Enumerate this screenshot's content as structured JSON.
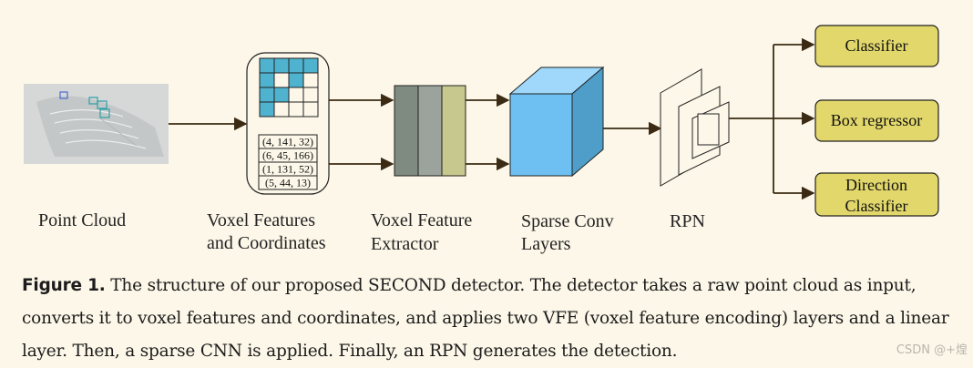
{
  "stages": {
    "point_cloud": "Point Cloud",
    "voxel_features_line1": "Voxel Features",
    "voxel_features_line2": "and Coordinates",
    "vfe_line1": "Voxel Feature",
    "vfe_line2": "Extractor",
    "sparse_line1": "Sparse Conv",
    "sparse_line2": "Layers",
    "rpn": "RPN"
  },
  "coordinates": [
    "(4, 141, 32)",
    "(6, 45, 166)",
    "(1, 131, 52)",
    "(5, 44, 13)"
  ],
  "voxel_grid_filled": [
    [
      1,
      1,
      1,
      1
    ],
    [
      1,
      0,
      1,
      0
    ],
    [
      1,
      1,
      0,
      0
    ],
    [
      1,
      0,
      0,
      0
    ]
  ],
  "heads": {
    "classifier": "Classifier",
    "box_regressor": "Box regressor",
    "direction_line1": "Direction",
    "direction_line2": "Classifier"
  },
  "caption": {
    "label": "Figure 1.",
    "text": "The structure of our proposed SECOND detector. The detector takes a raw point cloud as input, converts it to voxel features and coordinates, and applies two VFE (voxel feature encoding) layers and a linear layer. Then, a sparse CNN is applied. Finally, an RPN generates the detection."
  },
  "watermark": "CSDN @+煌",
  "colors": {
    "background": "#fcf7e8",
    "voxel_cell": "#4fb3cf",
    "vfe_layer_1": "#7f8a80",
    "vfe_layer_2": "#9ba39c",
    "vfe_layer_3": "#c7c88e",
    "cube_front": "#6ec0f2",
    "cube_top": "#9fd8fb",
    "cube_side": "#4f9ec9",
    "head_fill": "#e2d76b",
    "arrow": "#3b2a14"
  }
}
